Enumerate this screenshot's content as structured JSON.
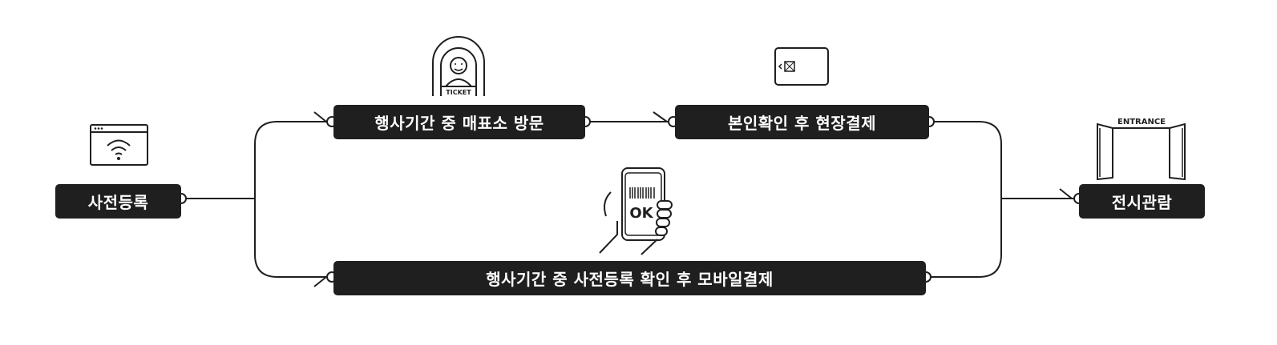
{
  "steps": {
    "pre_register": "사전등록",
    "booth_visit": "행사기간 중 매표소 방문",
    "onsite_payment": "본인확인 후 현장결제",
    "mobile_payment": "행사기간 중 사전등록 확인 후 모바일결제",
    "exhibition": "전시관람"
  },
  "icons": {
    "pre_register": "browser-wifi-icon",
    "booth_visit": "ticket-booth-icon",
    "onsite_payment": "card-icon",
    "mobile_payment": "phone-barcode-ok-icon",
    "exhibition": "entrance-gate-icon"
  },
  "icon_text": {
    "ticket": "TICKET",
    "ok": "OK",
    "entrance": "ENTRANCE"
  },
  "colors": {
    "pill_bg": "#1f1f1f",
    "pill_text": "#ffffff",
    "line": "#1f1f1f"
  }
}
